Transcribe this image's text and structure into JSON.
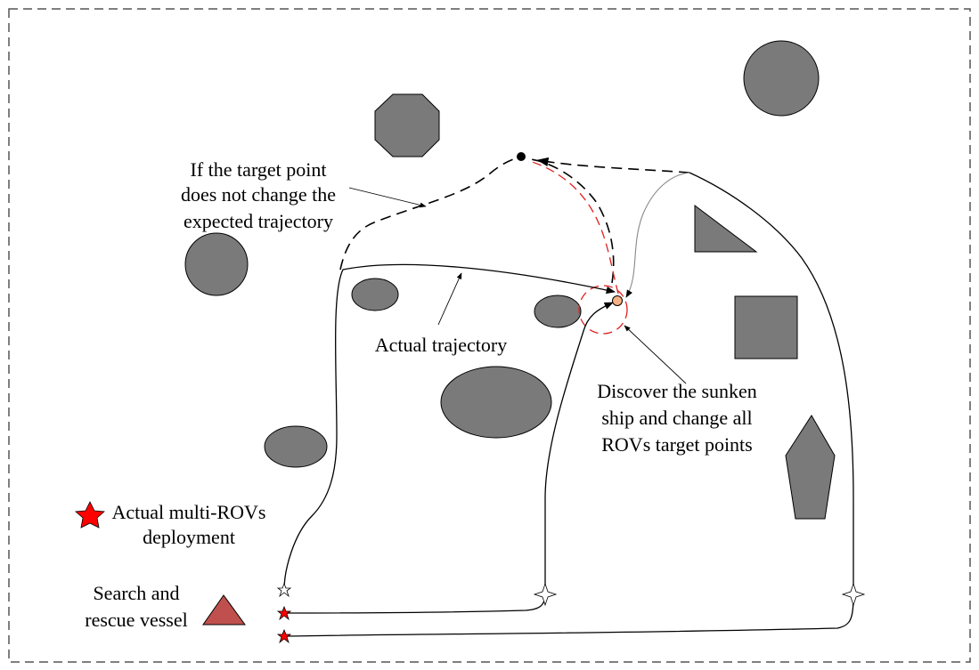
{
  "colors": {
    "obstacle_fill": "#7a7a7a",
    "obstacle_stroke": "#000000",
    "star_fill": "#ff0000",
    "vessel_fill": "#c0504d",
    "red_dashed": "#e02020",
    "target_orange": "#f4b183",
    "frame": "#555555"
  },
  "labels": {
    "expected": [
      "If the target point",
      "does not change the",
      "expected trajectory"
    ],
    "actual": "Actual trajectory",
    "discover": [
      "Discover the sunken",
      "ship and change all",
      "ROVs target points"
    ],
    "legend_rov": [
      "Actual multi-ROVs",
      "deployment"
    ],
    "legend_vessel": [
      "Search and",
      "rescue vessel"
    ]
  },
  "icons": {
    "rov": "red-star-icon",
    "start_marker": "white-star-icon",
    "vessel": "triangle-icon"
  }
}
